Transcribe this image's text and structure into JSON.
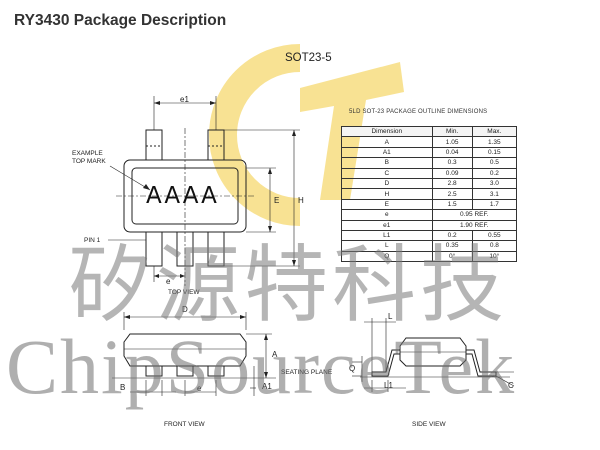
{
  "doc": {
    "title": "RY3430 Package Description",
    "package": "SOT23-5",
    "table_title": "5LD SOT-23 PACKAGE OUTLINE DIMENSIONS"
  },
  "watermark": {
    "chinese": "矽源特科技",
    "english": "ChipSourceTek"
  },
  "table": {
    "headers": [
      "Dimension",
      "Min.",
      "Max."
    ],
    "rows": [
      {
        "dim": "A",
        "min": "1.05",
        "max": "1.35"
      },
      {
        "dim": "A1",
        "min": "0.04",
        "max": "0.15"
      },
      {
        "dim": "B",
        "min": "0.3",
        "max": "0.5"
      },
      {
        "dim": "C",
        "min": "0.09",
        "max": "0.2"
      },
      {
        "dim": "D",
        "min": "2.8",
        "max": "3.0"
      },
      {
        "dim": "H",
        "min": "2.5",
        "max": "3.1"
      },
      {
        "dim": "E",
        "min": "1.5",
        "max": "1.7"
      },
      {
        "dim": "e",
        "span": "0.95 REF."
      },
      {
        "dim": "e1",
        "span": "1.90 REF."
      },
      {
        "dim": "L1",
        "min": "0.2",
        "max": "0.55"
      },
      {
        "dim": "L",
        "min": "0.35",
        "max": "0.8"
      },
      {
        "dim": "Q",
        "min": "0°",
        "max": "10°"
      }
    ]
  },
  "drawing": {
    "example_mark_1": "EXAMPLE",
    "example_mark_2": "TOP MARK",
    "marking": "AAAA",
    "pin1": "PIN 1",
    "e1": "e1",
    "e": "e",
    "E": "E",
    "H": "H",
    "D": "D",
    "A": "A",
    "A1": "A1",
    "B": "B",
    "L": "L",
    "L1": "L1",
    "Q": "Q",
    "C": "C",
    "seating_plane": "SEATING PLANE",
    "top_view": "TOP VIEW",
    "front_view": "FRONT VIEW",
    "side_view": "SIDE VIEW"
  },
  "colors": {
    "watermark_yellow": "#f6dc76",
    "line": "#222222"
  }
}
